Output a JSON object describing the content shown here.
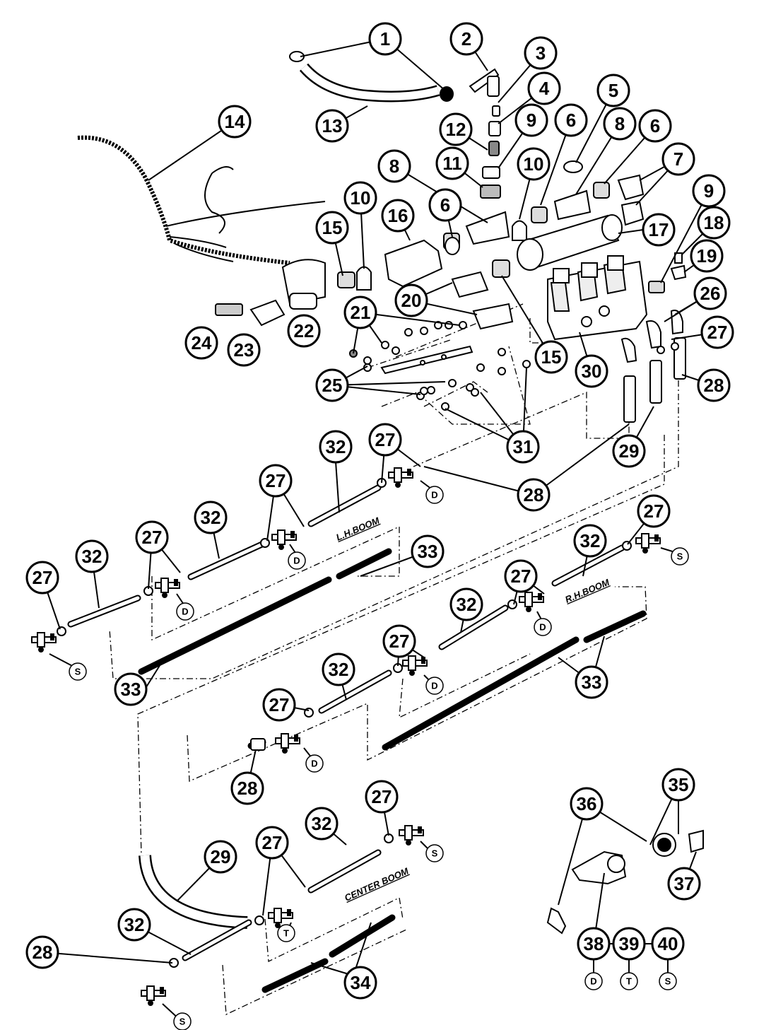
{
  "boom_labels": {
    "lh": "L.H.BOOM",
    "rh": "R.H.BOOM",
    "center": "CENTER BOOM"
  },
  "callouts": [
    "1",
    "2",
    "3",
    "4",
    "5",
    "6",
    "6",
    "6",
    "7",
    "8",
    "8",
    "9",
    "9",
    "10",
    "10",
    "11",
    "12",
    "13",
    "14",
    "15",
    "15",
    "16",
    "17",
    "18",
    "19",
    "20",
    "21",
    "22",
    "23",
    "24",
    "25",
    "26",
    "27",
    "27",
    "27",
    "27",
    "27",
    "27",
    "27",
    "27",
    "27",
    "27",
    "27",
    "28",
    "28",
    "28",
    "28",
    "29",
    "29",
    "30",
    "31",
    "32",
    "32",
    "32",
    "32",
    "32",
    "32",
    "32",
    "32",
    "33",
    "33",
    "33",
    "34",
    "35",
    "36",
    "37",
    "38",
    "39",
    "40"
  ],
  "letters": [
    "D",
    "D",
    "D",
    "D",
    "D",
    "D",
    "D",
    "S",
    "S",
    "S",
    "S",
    "T",
    "T",
    "S"
  ]
}
